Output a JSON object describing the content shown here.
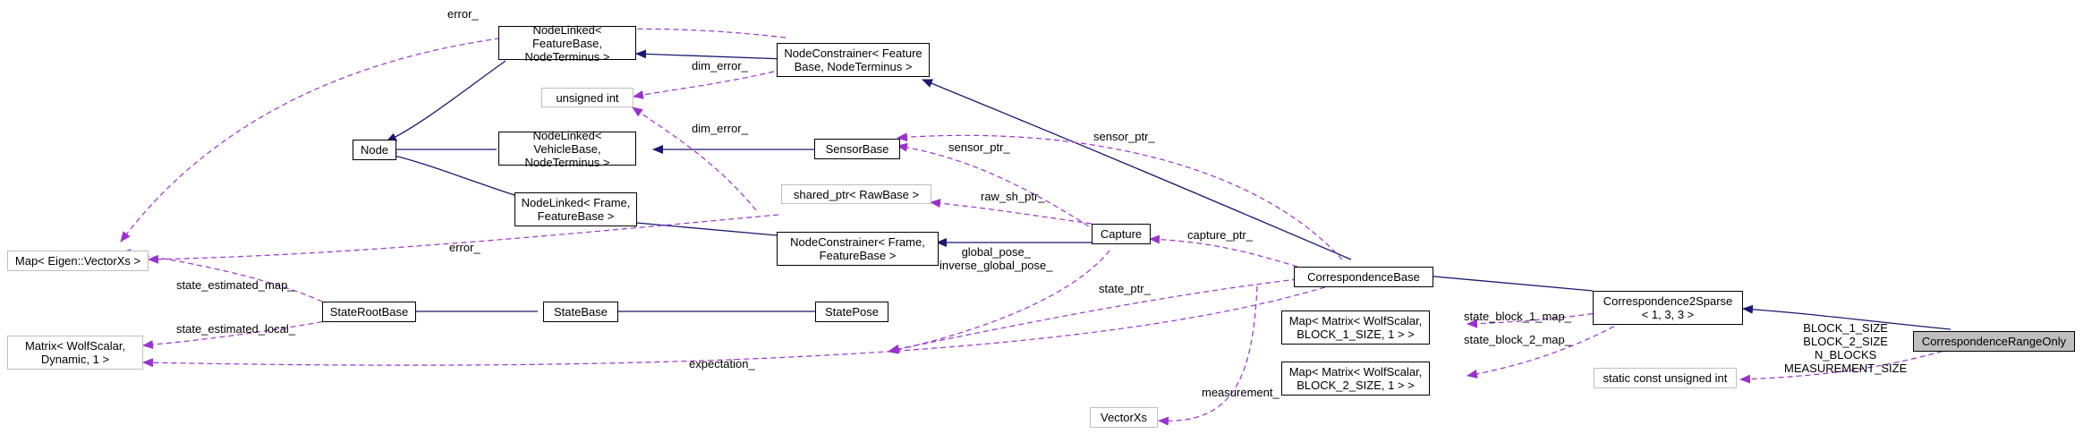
{
  "colors": {
    "inherit": "#191970",
    "usage": "#9a32cd",
    "gray_border": "#bfbfbf",
    "focus_fill": "#bfbfbf"
  },
  "nodes": {
    "node": "Node",
    "nl_feature": "NodeLinked< FeatureBase,\nNodeTerminus >",
    "nl_vehicle": "NodeLinked< VehicleBase,\nNodeTerminus >",
    "nl_frame": "NodeLinked< Frame,\nFeatureBase >",
    "nc_feature": "NodeConstrainer< Feature\nBase, NodeTerminus >",
    "unsigned_int": "unsigned int",
    "sensor_base": "SensorBase",
    "shared_ptr": "shared_ptr< RawBase >",
    "nc_frame": "NodeConstrainer< Frame,\nFeatureBase >",
    "capture": "Capture",
    "map_vectorxs": "Map< Eigen::VectorXs >",
    "state_root_base": "StateRootBase",
    "state_base": "StateBase",
    "state_pose": "StatePose",
    "matrix_dynamic": "Matrix< WolfScalar,\nDynamic, 1 >",
    "correspondence_base": "CorrespondenceBase",
    "map_block1": "Map< Matrix< WolfScalar,\nBLOCK_1_SIZE, 1 > >",
    "map_block2": "Map< Matrix< WolfScalar,\nBLOCK_2_SIZE, 1 > >",
    "vectorxs": "VectorXs",
    "corr2sparse": "Correspondence2Sparse\n< 1, 3, 3 >",
    "static_const_uint": "static const unsigned int",
    "corr_range_only": "CorrespondenceRangeOnly"
  },
  "edge_labels": {
    "error_top": "error_",
    "dim_error_top": "dim_error_",
    "dim_error_mid": "dim_error_",
    "sensor_ptr_a": "sensor_ptr_",
    "sensor_ptr_b": "sensor_ptr_",
    "raw_sh_ptr": "raw_sh_ptr_",
    "error_mid": "error_",
    "global_pose": "global_pose_\ninverse_global_pose_",
    "capture_ptr": "capture_ptr_",
    "state_ptr": "state_ptr_",
    "state_estimated_map": "state_estimated_map_",
    "state_estimated_local": "state_estimated_local_",
    "expectation": "expectation_",
    "state_block_1_map": "state_block_1_map_",
    "state_block_2_map": "state_block_2_map_",
    "measurement": "measurement_",
    "block_sizes": "BLOCK_1_SIZE\nBLOCK_2_SIZE\nN_BLOCKS\nMEASUREMENT_SIZE"
  }
}
